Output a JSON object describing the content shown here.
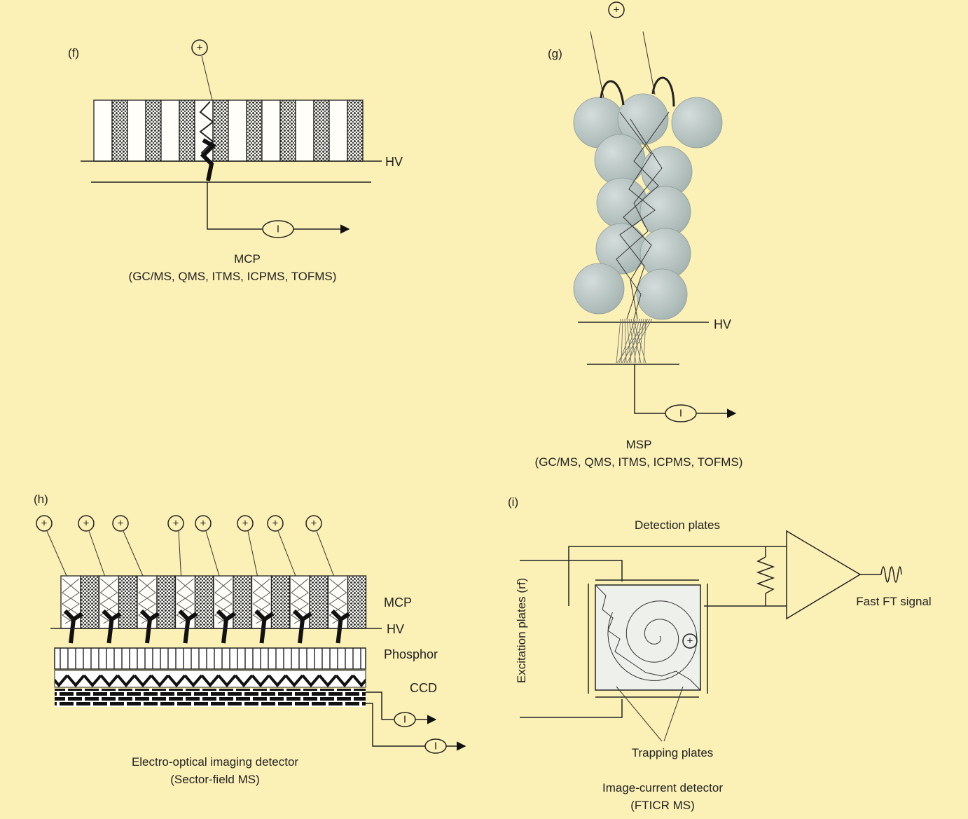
{
  "panels": {
    "f": {
      "tag": "(f)",
      "ion_symbol": "+",
      "current_symbol": "I",
      "hv_label": "HV",
      "caption_line1": "MCP",
      "caption_line2": "(GC/MS, QMS, ITMS, ICPMS, TOFMS)"
    },
    "g": {
      "tag": "(g)",
      "ion_symbol": "+",
      "current_symbol": "I",
      "hv_label": "HV",
      "caption_line1": "MSP",
      "caption_line2": "(GC/MS, QMS, ITMS, ICPMS, TOFMS)"
    },
    "h": {
      "tag": "(h)",
      "ion_symbol": "+",
      "current_symbol": "I",
      "mcp_label": "MCP",
      "hv_label": "HV",
      "phosphor_label": "Phosphor",
      "ccd_label": "CCD",
      "caption_line1": "Electro-optical imaging detector",
      "caption_line2": "(Sector-field MS)"
    },
    "i": {
      "tag": "(i)",
      "ion_symbol": "+",
      "detection_label": "Detection plates",
      "excitation_label": "Excitation plates (rf)",
      "signal_label": "Fast FT signal",
      "trapping_label": "Trapping plates",
      "caption_line1": "Image-current detector",
      "caption_line2": "(FTICR MS)"
    }
  },
  "colors": {
    "background": "#fbf0b5",
    "sphere": "#b9c6c4",
    "ink": "#222222",
    "cell_fill": "#eef0ec"
  }
}
